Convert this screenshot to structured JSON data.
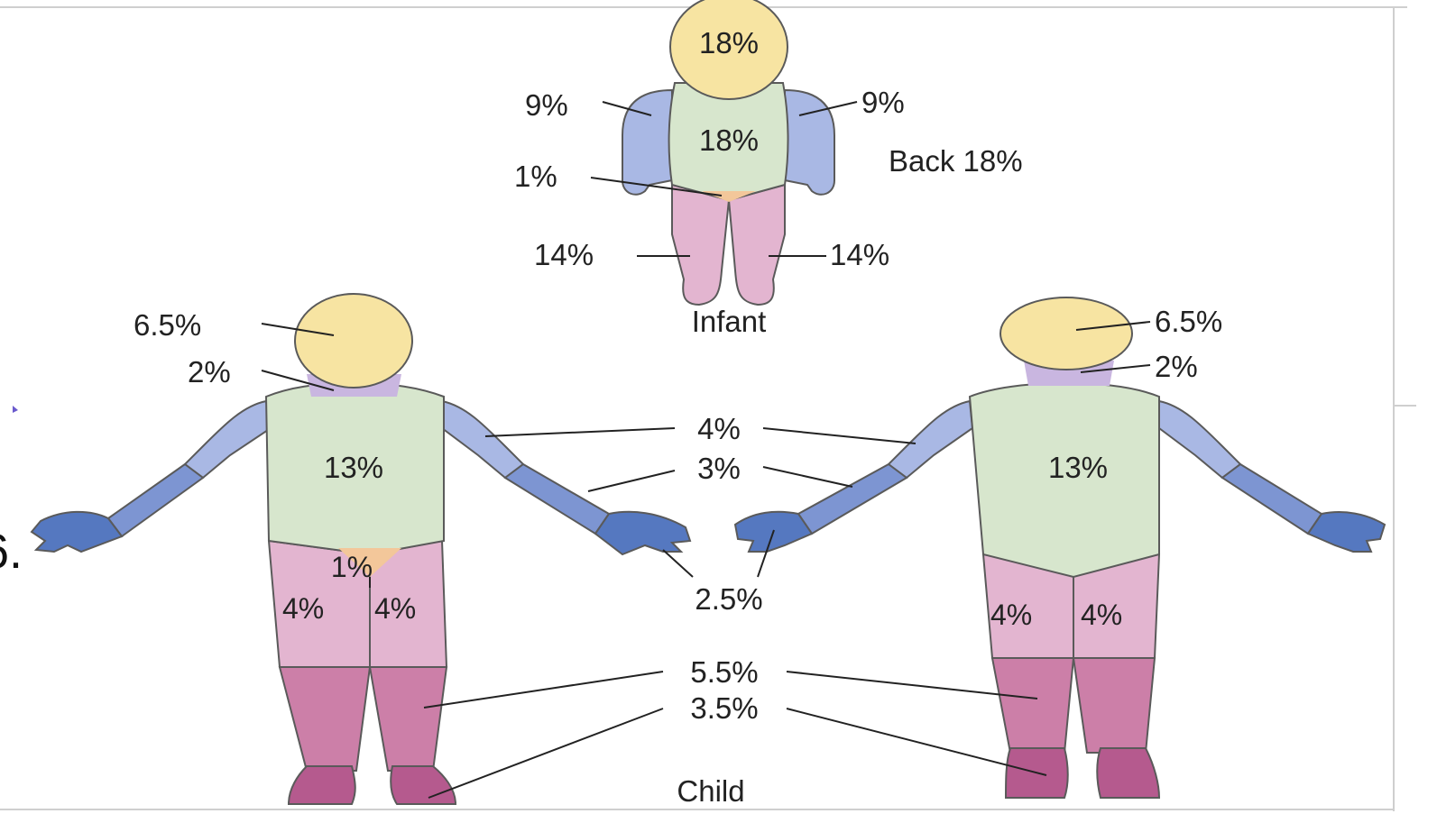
{
  "colors": {
    "head": "#f7e4a2",
    "neck": "#c9b6e0",
    "upper_arm": "#a9b8e4",
    "forearm": "#7d95d2",
    "hand": "#5578c0",
    "trunk": "#d7e6cd",
    "genital": "#f3c79a",
    "thigh": "#e3b5d0",
    "lower_leg": "#cc7fa8",
    "foot": "#b55a8e"
  },
  "infant": {
    "title": "Infant",
    "back": "Back 18%",
    "head": "18%",
    "arm_left": "9%",
    "arm_right": "9%",
    "trunk": "18%",
    "genital": "1%",
    "leg_left": "14%",
    "leg_right": "14%"
  },
  "child": {
    "title": "Child",
    "head_front": "6.5%",
    "neck_front": "2%",
    "trunk_front": "13%",
    "genital": "1%",
    "thigh_front_left": "4%",
    "thigh_front_right": "4%",
    "head_back": "6.5%",
    "neck_back": "2%",
    "trunk_back": "13%",
    "thigh_back_left": "4%",
    "thigh_back_right": "4%",
    "upper_arm": "4%",
    "forearm": "3%",
    "hand": "2.5%",
    "lower_leg": "5.5%",
    "foot": "3.5%"
  },
  "edge_fragment": "6."
}
